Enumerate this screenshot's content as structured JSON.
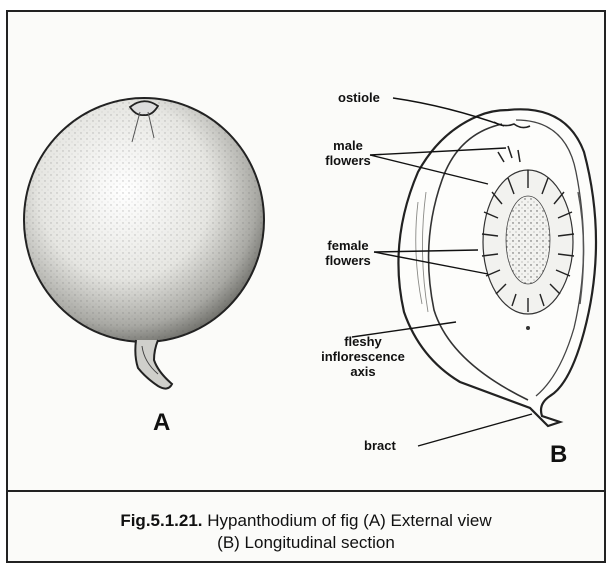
{
  "figure": {
    "panel_a_letter": "A",
    "panel_b_letter": "B",
    "labels": {
      "ostiole": "ostiole",
      "male_1": "male",
      "male_2": "flowers",
      "female_1": "female",
      "female_2": "flowers",
      "fleshy_1": "fleshy",
      "fleshy_2": "inflorescence",
      "fleshy_3": "axis",
      "bract": "bract"
    }
  },
  "caption": {
    "number": "Fig.5.1.21.",
    "line1_rest": " Hypanthodium  of fig (A) External view",
    "line2": "(B) Longitudinal section"
  }
}
